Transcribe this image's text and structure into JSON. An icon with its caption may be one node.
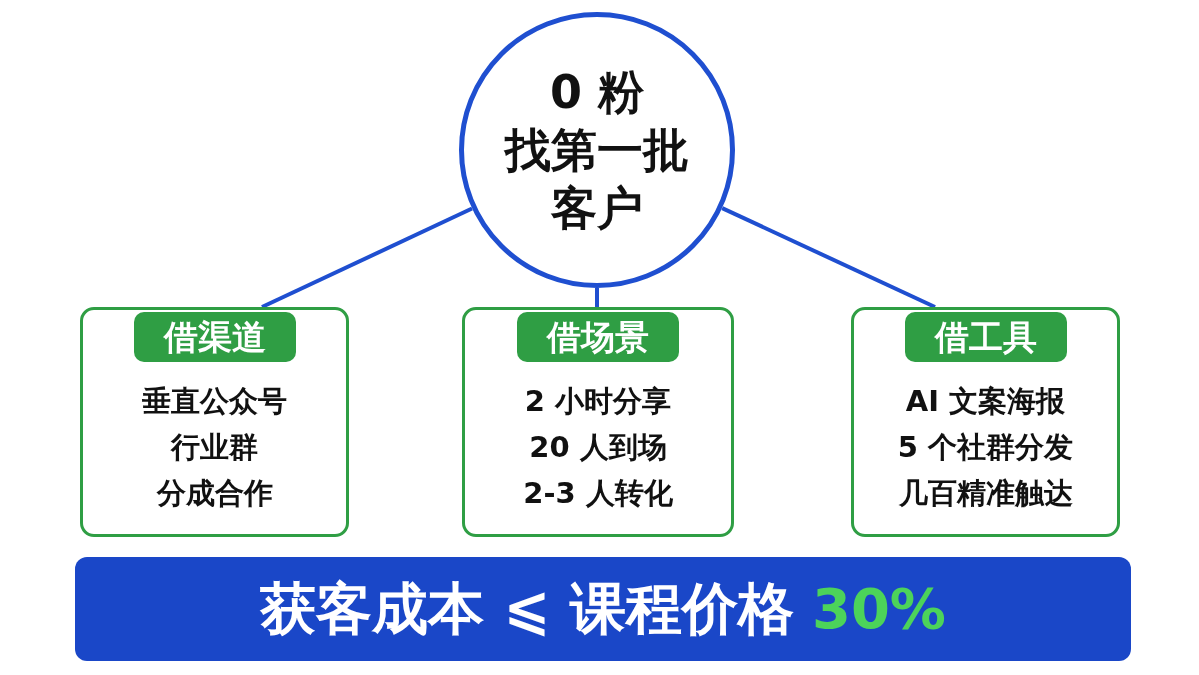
{
  "diagram": {
    "nodes": [
      {
        "text": [
          "0 粉",
          "找第一批客户"
        ]
      },
      {
        "text": [
          "借渠道",
          "垂直公众号",
          "行业群",
          "分成合作"
        ]
      },
      {
        "text": [
          "借场景",
          "2 小时分享",
          "20 人到场",
          "2-3 人转化"
        ]
      },
      {
        "text": [
          "借工具",
          "AI 文案海报",
          "5 个社群分发",
          "几百精准触达"
        ]
      },
      {
        "text": [
          "获客成本 ⩽ 课程价格",
          "30%"
        ]
      }
    ],
    "edges": [
      {
        "from": 0,
        "to": 1,
        "arrow": "none"
      },
      {
        "from": 0,
        "to": 2,
        "arrow": "none"
      },
      {
        "from": 0,
        "to": 3,
        "arrow": "none"
      }
    ]
  }
}
